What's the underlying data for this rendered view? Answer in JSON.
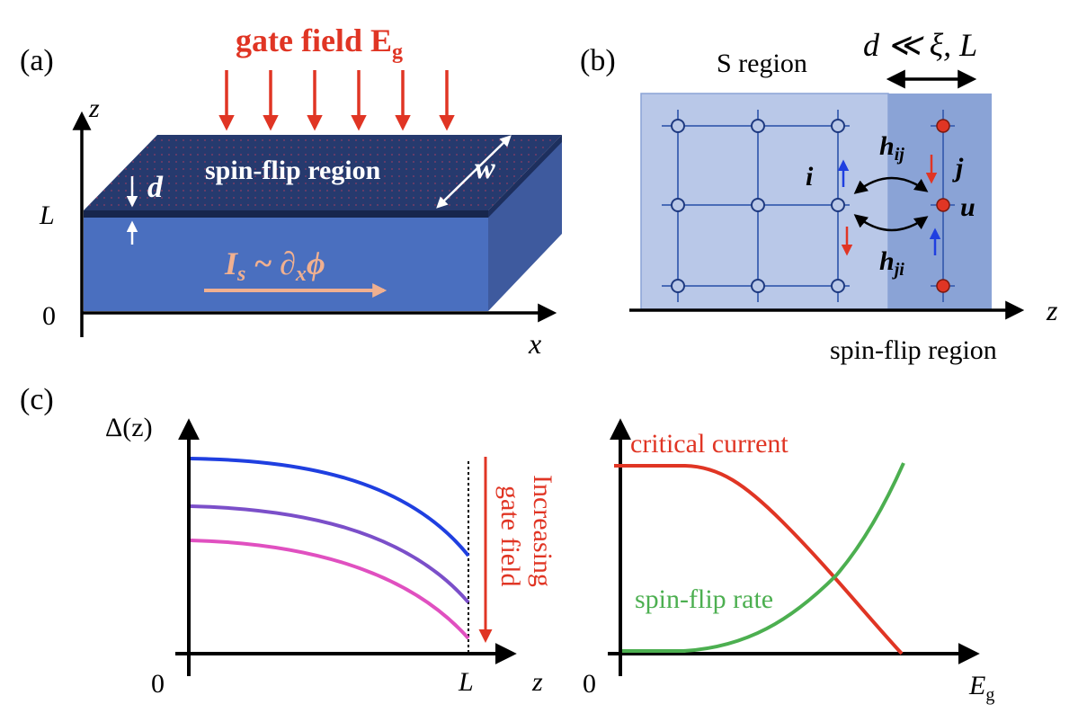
{
  "panel_a": {
    "label": "(a)",
    "gate_field": "gate field E",
    "gate_field_sub": "g",
    "axis_z": "z",
    "axis_x": "x",
    "tick_L": "L",
    "tick_0": "0",
    "d": "d",
    "w": "w",
    "region": "spin-flip region",
    "current": "I",
    "current_sub": "s",
    "current_rest": "~ ∂",
    "current_sub2": "x",
    "current_phi": "ϕ",
    "colors": {
      "slab_front": "#4a6fbf",
      "slab_top": "#263a6e",
      "arrow": "#e03524",
      "current": "#f0b090"
    }
  },
  "panel_b": {
    "label": "(b)",
    "s_region": "S region",
    "relation": "d ≪ ξ, L",
    "site_i": "i",
    "site_j": "j",
    "u": "u",
    "h": "h",
    "h_ij_sub": "ij",
    "h_ji_sub": "ji",
    "axis_z": "z",
    "spin_flip": "spin-flip region",
    "colors": {
      "s_bg": "#b9c8e8",
      "sf_bg": "#8aa3d6",
      "node_blue": "#3b5fb0",
      "node_red": "#e03524"
    }
  },
  "panel_c": {
    "label": "(c)",
    "y_label": "Δ(z)",
    "zero_left": "0",
    "tick_L": "L",
    "axis_z": "z",
    "increasing": "Increasing",
    "gate_field": "gate field",
    "zero_right": "0",
    "axis_E": "E",
    "axis_E_sub": "g",
    "critical_current": "critical current",
    "spin_flip_rate": "spin-flip rate",
    "colors": {
      "blue": "#1f3fe0",
      "purple": "#7b4fc9",
      "pink": "#e050c0",
      "red": "#e03524",
      "green": "#4caf50"
    }
  }
}
